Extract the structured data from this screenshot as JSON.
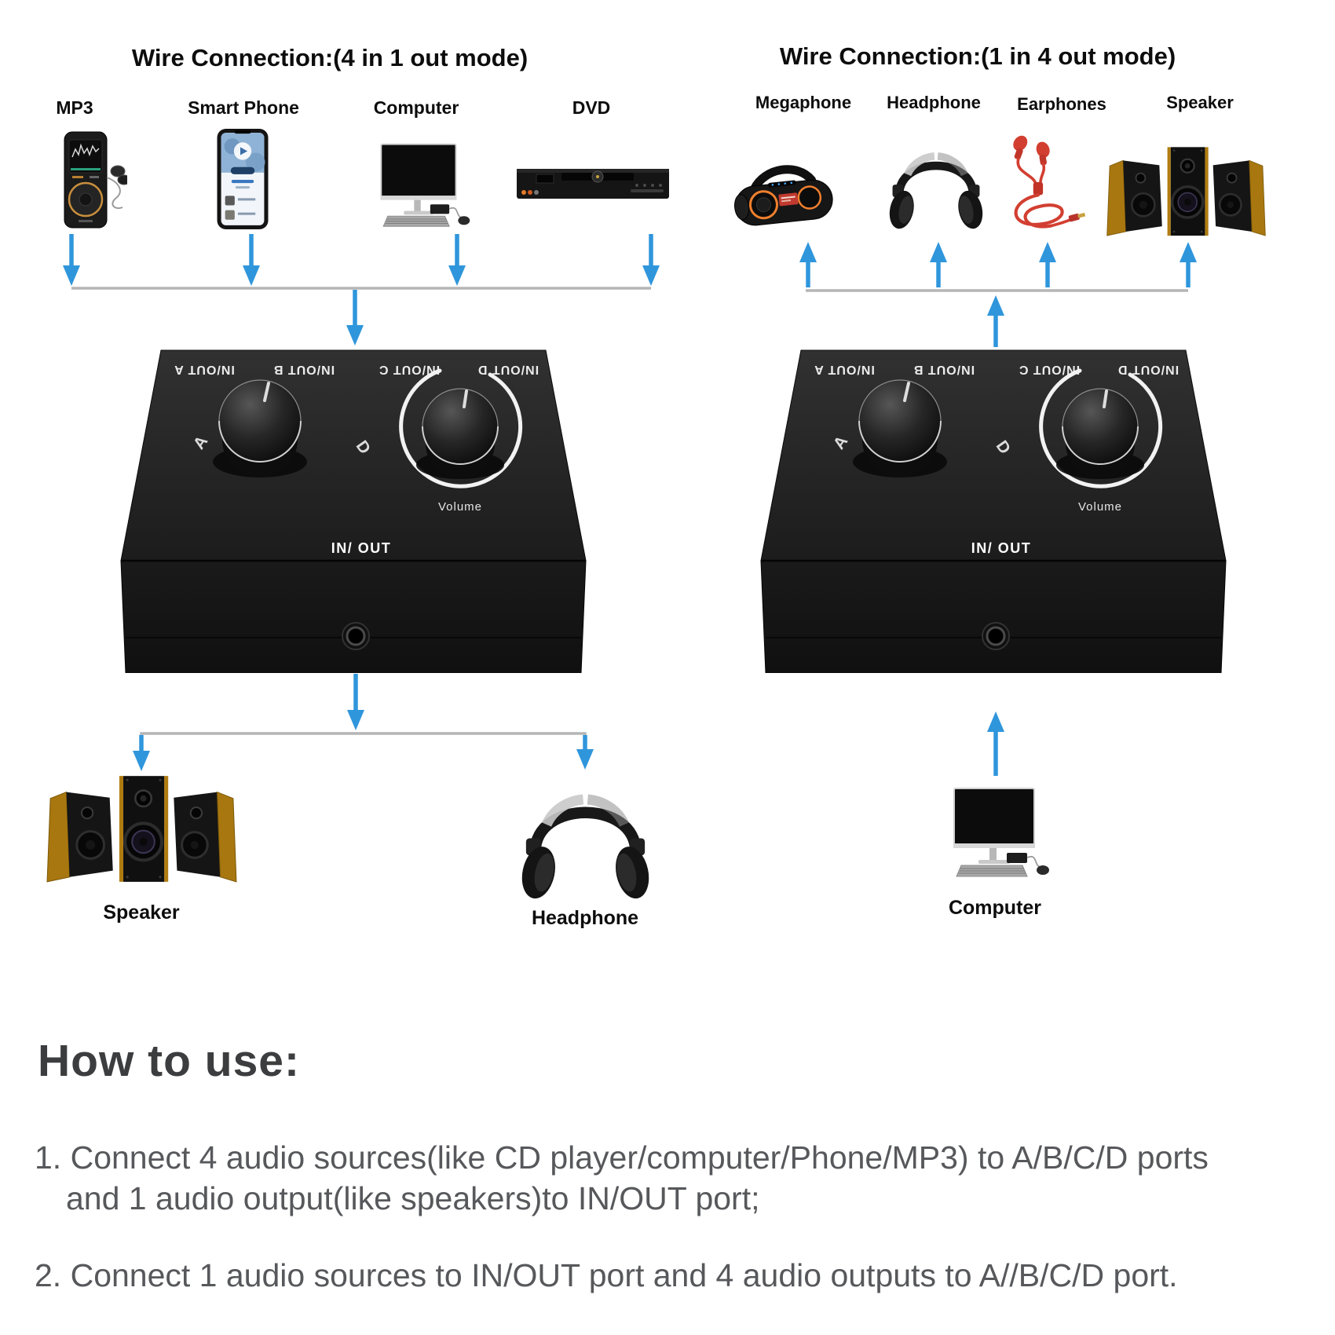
{
  "left_panel": {
    "title": "Wire Connection:(4 in 1 out mode)",
    "sources": [
      {
        "label": "MP3"
      },
      {
        "label": "Smart Phone"
      },
      {
        "label": "Computer"
      },
      {
        "label": "DVD"
      }
    ],
    "outputs": [
      {
        "label": "Speaker"
      },
      {
        "label": "Headphone"
      }
    ]
  },
  "right_panel": {
    "title": "Wire Connection:(1 in 4 out mode)",
    "outputs": [
      {
        "label": "Megaphone"
      },
      {
        "label": "Headphone"
      },
      {
        "label": "Earphones"
      },
      {
        "label": "Speaker"
      }
    ],
    "source": {
      "label": "Computer"
    }
  },
  "switch_box": {
    "port_labels": [
      "IN/OUT A",
      "IN/OUT B",
      "IN/OUT C",
      "IN/OUT D"
    ],
    "selector_min": "A",
    "selector_max": "D",
    "volume_label": "Volume",
    "front_port_label": "IN/ OUT"
  },
  "how_to_use": {
    "heading": "How to use:",
    "steps": [
      {
        "lines": [
          "1. Connect 4 audio sources(like CD player/computer/Phone/MP3) to A/B/C/D ports",
          "and 1 audio output(like speakers)to IN/OUT port;"
        ]
      },
      {
        "lines": [
          "2. Connect 1 audio sources to IN/OUT port and 4 audio outputs to A//B/C/D port."
        ]
      }
    ]
  },
  "colors": {
    "arrow_blue": "#2f96dc",
    "line_gray": "#b5b5b5"
  }
}
